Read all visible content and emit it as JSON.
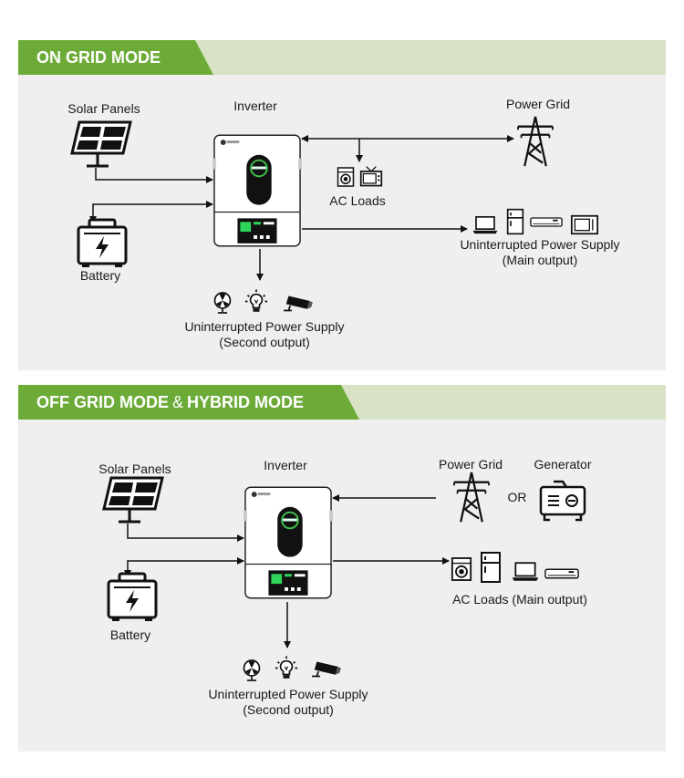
{
  "on_grid": {
    "header": "ON GRID MODE",
    "inverter_label": "Inverter",
    "solar_label": "Solar Panels",
    "battery_label": "Battery",
    "grid_label": "Power Grid",
    "ac_loads_label": "AC Loads",
    "ups_main_line1": "Uninterrupted Power Supply",
    "ups_main_line2": "(Main output)",
    "ups_second_line1": "Uninterrupted Power Supply",
    "ups_second_line2": "(Second output)"
  },
  "off_grid": {
    "header_part1": "OFF GRID MODE",
    "header_amp": "&",
    "header_part2": "HYBRID MODE",
    "inverter_label": "Inverter",
    "solar_label": "Solar Panels",
    "battery_label": "Battery",
    "grid_label": "Power Grid",
    "or_label": "OR",
    "generator_label": "Generator",
    "ac_loads_label": "AC Loads (Main output)",
    "ups_second_line1": "Uninterrupted Power Supply",
    "ups_second_line2": "(Second output)"
  },
  "colors": {
    "accent_green": "#6cab38",
    "band_light_green": "#d7e3c4",
    "panel_gray": "#efefef"
  },
  "icons": [
    "solar-panel-icon",
    "battery-icon",
    "inverter-icon",
    "power-tower-icon",
    "washing-machine-icon",
    "tv-icon",
    "laptop-icon",
    "fridge-icon",
    "air-conditioner-icon",
    "microwave-icon",
    "fan-icon",
    "light-bulb-icon",
    "cctv-camera-icon",
    "generator-icon"
  ]
}
